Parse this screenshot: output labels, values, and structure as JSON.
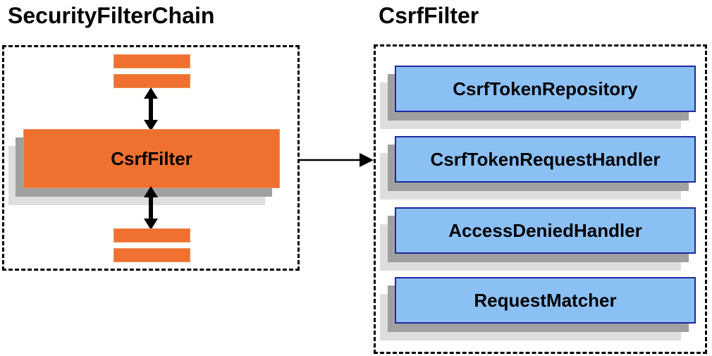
{
  "titles": {
    "left": "SecurityFilterChain",
    "right": "CsrfFilter"
  },
  "left_panel": {
    "filter_label": "CsrfFilter"
  },
  "right_panel": {
    "components": [
      "CsrfTokenRepository",
      "CsrfTokenRequestHandler",
      "AccessDeniedHandler",
      "RequestMatcher"
    ]
  },
  "colors": {
    "bg": "#FFFFFF",
    "orange": "#F0702F",
    "orange_border": "#E8935F",
    "blue_fill": "#8BC0F5",
    "blue_border": "#1F28A0",
    "shadow_dark": "#A0A0A0",
    "shadow_light": "#DEDEDE",
    "line": "#000000"
  }
}
